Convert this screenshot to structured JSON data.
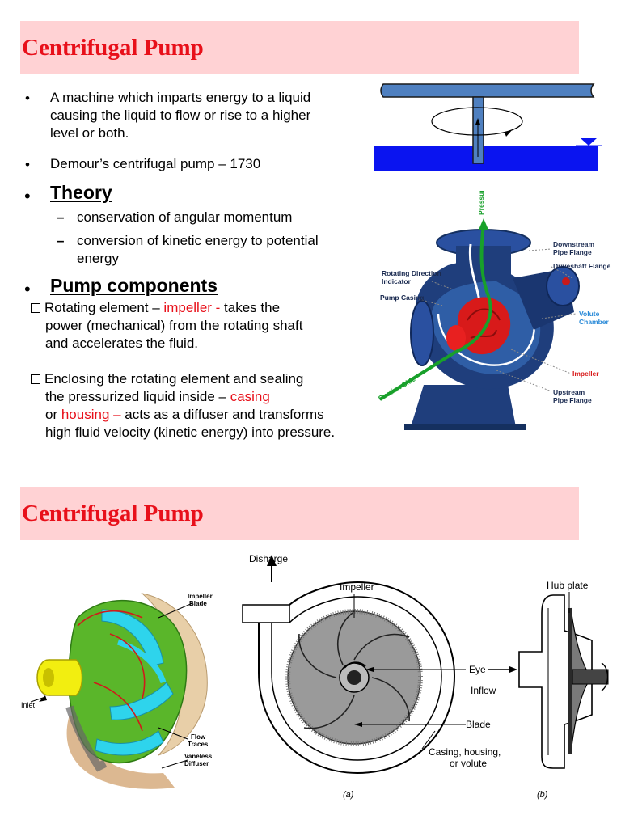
{
  "slide1": {
    "title": "Centrifugal Pump",
    "bullet_glyph": "•",
    "dash_glyph": "–",
    "bullet1": [
      "A machine which imparts energy to a liquid",
      "causing the liquid to flow or rise to a higher",
      "level or both."
    ],
    "bullet2": "Demour’s centrifugal pump – 1730",
    "theory_heading": "Theory",
    "theory_items": [
      "conservation of angular momentum",
      [
        "conversion of kinetic energy to potential",
        "energy"
      ]
    ],
    "components_heading": "Pump components",
    "components": {
      "rotating": {
        "lead": "Rotating element – ",
        "highlight": "impeller -",
        "tail": " takes the",
        "lines": [
          "power (mechanical) from the rotating shaft",
          "and accelerates the fluid."
        ]
      },
      "enclosing": {
        "line1": "Enclosing the rotating element and sealing",
        "line2_pre": "the pressurized liquid inside – ",
        "line2_red": "casing",
        "line3_pre": "or ",
        "line3_red": "housing –",
        "line3_post": " acts as a diffuser and transforms",
        "line4": "high fluid velocity (kinetic energy) into pressure."
      }
    },
    "pump_labels": {
      "pressure_side": "Pressure Side",
      "downstream_flange": [
        "Downstream",
        "Pipe Flange"
      ],
      "driveshaft_flange": "Driveshaft Flange",
      "rotating_indicator": [
        "Rotating Direction",
        "Indicator"
      ],
      "pump_casing": "Pump Casing",
      "volute_chamber": [
        "Volute",
        "Chamber"
      ],
      "impeller": "Impeller",
      "suction_side": "Suction Side",
      "upstream_flange": [
        "Upstream",
        "Pipe Flange"
      ]
    }
  },
  "slide2": {
    "title": "Centrifugal Pump",
    "impeller3d_labels": {
      "impeller_blade": [
        "Impeller",
        "Blade"
      ],
      "inlet": "Inlet",
      "flow_traces": [
        "Flow",
        "Traces"
      ],
      "vaneless_diffuser": [
        "Vaneless",
        "Diffuser"
      ]
    },
    "schematic_labels": {
      "discharge": "Disharge",
      "impeller": "Impeller",
      "hub_plate": "Hub plate",
      "eye": "Eye",
      "inflow": "Inflow",
      "blade": "Blade",
      "casing": [
        "Casing, housing,",
        "or volute"
      ],
      "caption_a": "(a)",
      "caption_b": "(b)"
    }
  },
  "colors": {
    "title_band": "#ffd2d4",
    "title_text": "#e8101a",
    "emphasis_red": "#e8101a",
    "water_blue": "#0a14f0",
    "pipe_blue": "#4f80c0",
    "casing_navy": "#1f3e7c",
    "impeller_red": "#d81a1a",
    "flow_green": "#18a02a",
    "impeller3d_green": "#5ab62a",
    "impeller3d_cyan": "#2ed4ec",
    "impeller3d_yellow": "#f2ee10",
    "diffuser_tan": "#dcb891"
  }
}
